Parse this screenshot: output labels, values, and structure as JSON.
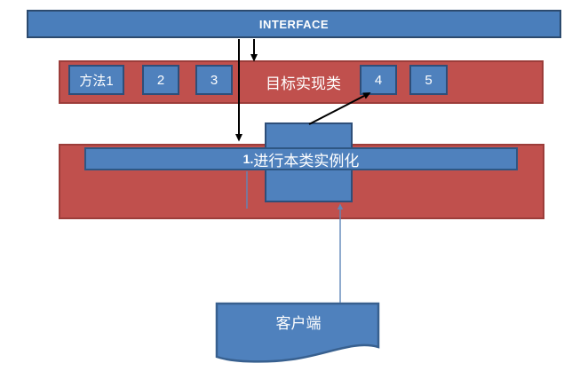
{
  "diagram_title": "interface adapter instantiation diagram",
  "colors": {
    "shape_blue": "#4f81bd",
    "shape_blue_border": "#2e4e79",
    "bar_red": "#c0504d",
    "bar_red_border": "#9c3d3a",
    "connector_blue": "#5f87b8",
    "arrow_black": "#000000",
    "text": "#ffffff"
  },
  "interface_bar": {
    "label": "INTERFACE"
  },
  "target_class_bar": {
    "label": "目标实现类",
    "method_boxes": [
      {
        "label": "方法1"
      },
      {
        "label": "2"
      },
      {
        "label": "3"
      },
      {
        "label": "4"
      },
      {
        "label": "5"
      }
    ]
  },
  "instance_step": {
    "number_prefix": "1.",
    "label": "进行本类实例化"
  },
  "client": {
    "label": "客户端"
  }
}
